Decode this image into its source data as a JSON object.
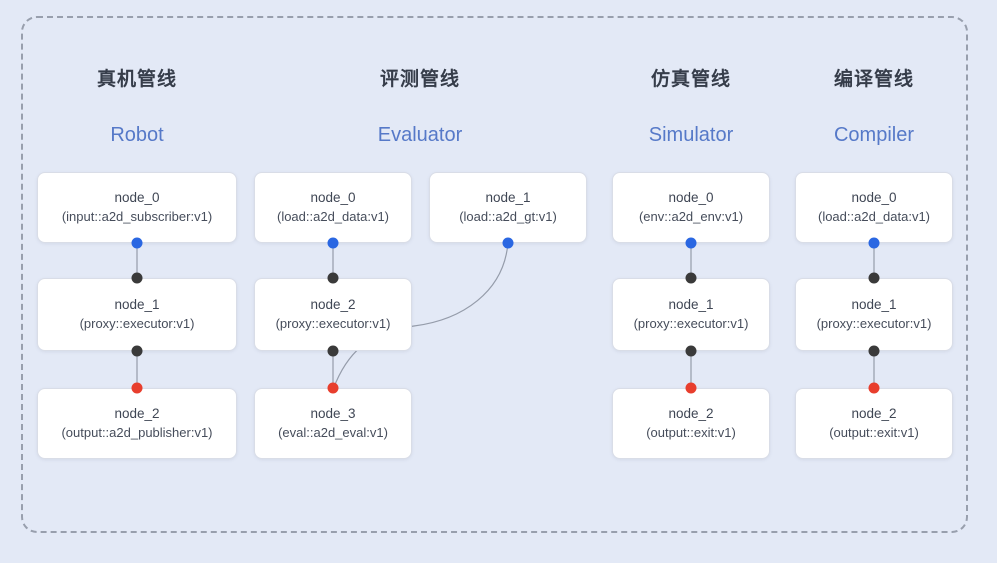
{
  "pipelines": [
    {
      "title_zh": "真机管线",
      "title_en": "Robot",
      "nodes": [
        {
          "name": "node_0",
          "impl": "(input::a2d_subscriber:v1)"
        },
        {
          "name": "node_1",
          "impl": "(proxy::executor:v1)"
        },
        {
          "name": "node_2",
          "impl": "(output::a2d_publisher:v1)"
        }
      ]
    },
    {
      "title_zh": "评测管线",
      "title_en": "Evaluator",
      "nodes": [
        {
          "name": "node_0",
          "impl": "(load::a2d_data:v1)"
        },
        {
          "name": "node_1",
          "impl": "(load::a2d_gt:v1)"
        },
        {
          "name": "node_2",
          "impl": "(proxy::executor:v1)"
        },
        {
          "name": "node_3",
          "impl": "(eval::a2d_eval:v1)"
        }
      ]
    },
    {
      "title_zh": "仿真管线",
      "title_en": "Simulator",
      "nodes": [
        {
          "name": "node_0",
          "impl": "(env::a2d_env:v1)"
        },
        {
          "name": "node_1",
          "impl": "(proxy::executor:v1)"
        },
        {
          "name": "node_2",
          "impl": "(output::exit:v1)"
        }
      ]
    },
    {
      "title_zh": "编译管线",
      "title_en": "Compiler",
      "nodes": [
        {
          "name": "node_0",
          "impl": "(load::a2d_data:v1)"
        },
        {
          "name": "node_1",
          "impl": "(proxy::executor:v1)"
        },
        {
          "name": "node_2",
          "impl": "(output::exit:v1)"
        }
      ]
    }
  ],
  "edges": [
    {
      "pipeline": "Robot",
      "from": "node_0",
      "to": "node_1"
    },
    {
      "pipeline": "Robot",
      "from": "node_1",
      "to": "node_2"
    },
    {
      "pipeline": "Evaluator",
      "from": "node_0",
      "to": "node_2"
    },
    {
      "pipeline": "Evaluator",
      "from": "node_1",
      "to": "node_3"
    },
    {
      "pipeline": "Evaluator",
      "from": "node_2",
      "to": "node_3"
    },
    {
      "pipeline": "Simulator",
      "from": "node_0",
      "to": "node_1"
    },
    {
      "pipeline": "Simulator",
      "from": "node_1",
      "to": "node_2"
    },
    {
      "pipeline": "Compiler",
      "from": "node_0",
      "to": "node_1"
    },
    {
      "pipeline": "Compiler",
      "from": "node_1",
      "to": "node_2"
    }
  ],
  "colors": {
    "background": "#e3e9f6",
    "dashed_border": "#989fad",
    "node_background": "#ffffff",
    "node_border": "#d9dde7",
    "edge_line": "#959caa",
    "title_zh": "#363d4a",
    "title_en": "#5679c8",
    "port_output_blue": "#2a67e2",
    "port_passthrough_dark": "#3a3a3a",
    "port_input_red": "#e83e2d"
  }
}
